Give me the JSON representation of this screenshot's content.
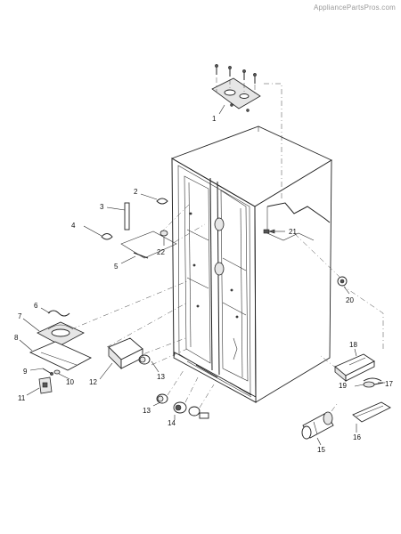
{
  "watermark": "AppliancePartsPros.com",
  "labels": [
    {
      "id": "1",
      "text": "1"
    },
    {
      "id": "2",
      "text": "2"
    },
    {
      "id": "3",
      "text": "3"
    },
    {
      "id": "4",
      "text": "4"
    },
    {
      "id": "5",
      "text": "5"
    },
    {
      "id": "6",
      "text": "6"
    },
    {
      "id": "7",
      "text": "7"
    },
    {
      "id": "8",
      "text": "8"
    },
    {
      "id": "9",
      "text": "9"
    },
    {
      "id": "10",
      "text": "10"
    },
    {
      "id": "11",
      "text": "11"
    },
    {
      "id": "12",
      "text": "12"
    },
    {
      "id": "13a",
      "text": "13"
    },
    {
      "id": "13b",
      "text": "13"
    },
    {
      "id": "14",
      "text": "14"
    },
    {
      "id": "15",
      "text": "15"
    },
    {
      "id": "16",
      "text": "16"
    },
    {
      "id": "17",
      "text": "17"
    },
    {
      "id": "18",
      "text": "18"
    },
    {
      "id": "19",
      "text": "19"
    },
    {
      "id": "20",
      "text": "20"
    },
    {
      "id": "21",
      "text": "21"
    },
    {
      "id": "22",
      "text": "22"
    }
  ]
}
